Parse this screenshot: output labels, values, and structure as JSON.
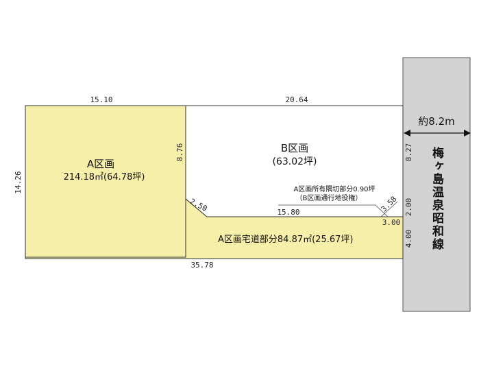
{
  "road": {
    "name": "梅ヶ島温泉昭和線",
    "width_label": "約8.2m"
  },
  "lot_a": {
    "title": "A区画",
    "area": "214.18㎡(64.78坪)",
    "fill_color": "#f6efaa"
  },
  "lot_b": {
    "title": "B区画",
    "area": "(63.02坪)"
  },
  "driveway": {
    "label": "A区画宅道部分84.87㎡(25.67坪)"
  },
  "corner_note": {
    "line1": "A区画所有隅切部分0.90坪",
    "line2": "（B区画通行地役権）"
  },
  "dimensions": {
    "top_a": "15.10",
    "top_b": "20.64",
    "left": "14.26",
    "bottom": "35.78",
    "lot_divider": "8.76",
    "right_upper": "8.27",
    "right_mid": "2.00",
    "right_lower": "4.00",
    "diag_left": "2.50",
    "inner_b_bottom": "15.80",
    "diag_right": "3.58",
    "corner_width": "3.00"
  },
  "colors": {
    "road_gray": "#d3d3d3",
    "lot_yellow": "#f6efaa",
    "line": "#333333"
  }
}
